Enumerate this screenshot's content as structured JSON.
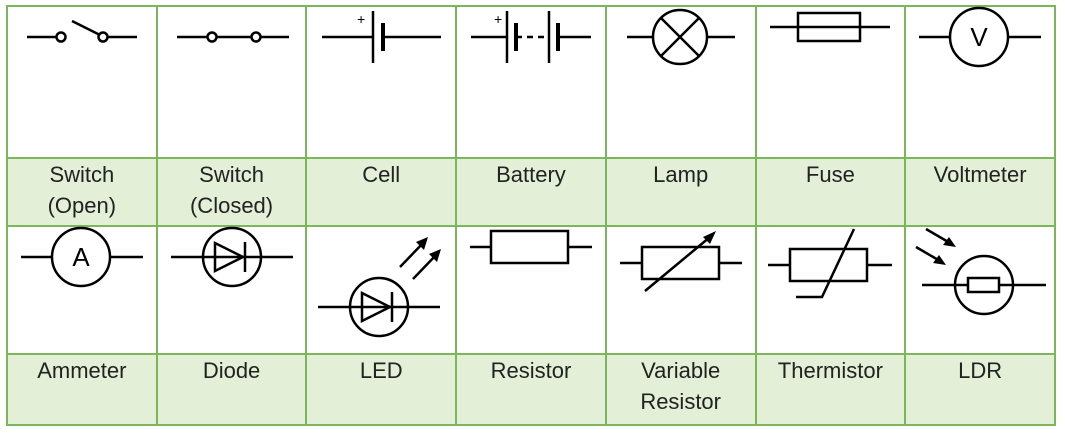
{
  "symbols_row1": [
    {
      "key": "switch_open",
      "line1": "Switch",
      "line2": "(Open)"
    },
    {
      "key": "switch_closed",
      "line1": "Switch",
      "line2": "(Closed)"
    },
    {
      "key": "cell",
      "line1": "Cell",
      "line2": ""
    },
    {
      "key": "battery",
      "line1": "Battery",
      "line2": ""
    },
    {
      "key": "lamp",
      "line1": "Lamp",
      "line2": ""
    },
    {
      "key": "fuse",
      "line1": "Fuse",
      "line2": ""
    },
    {
      "key": "voltmeter",
      "line1": "Voltmeter",
      "line2": ""
    }
  ],
  "symbols_row2": [
    {
      "key": "ammeter",
      "line1": "Ammeter",
      "line2": ""
    },
    {
      "key": "diode",
      "line1": "Diode",
      "line2": ""
    },
    {
      "key": "led",
      "line1": "LED",
      "line2": ""
    },
    {
      "key": "resistor",
      "line1": "Resistor",
      "line2": ""
    },
    {
      "key": "variable_resistor",
      "line1": "Variable",
      "line2": "Resistor"
    },
    {
      "key": "thermistor",
      "line1": "Thermistor",
      "line2": ""
    },
    {
      "key": "ldr",
      "line1": "LDR",
      "line2": ""
    }
  ],
  "symbol_text": {
    "voltmeter_letter": "V",
    "ammeter_letter": "A",
    "cell_plus": "+",
    "battery_plus": "+"
  },
  "colors": {
    "border": "#7cb65a",
    "label_background": "#e3efd6",
    "symbol_stroke": "#000000"
  }
}
